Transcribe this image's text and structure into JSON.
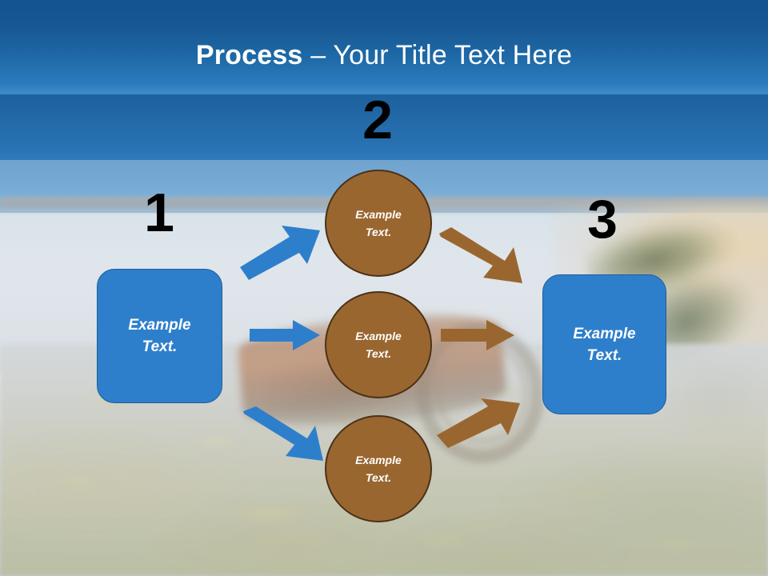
{
  "slide": {
    "title": {
      "bold_part": "Process",
      "rest_part": " – Your Title Text Here",
      "full": "Process – Your Title Text Here"
    },
    "background": {
      "scene": "coastal-beach-photo",
      "sky_top_color": "#13538f",
      "sky_bottom_color": "#e9eef1",
      "sand_color": "#e2c698",
      "rock_color": "#bcbca8",
      "rust_color": "#ba7e56"
    }
  },
  "theme": {
    "title_band_color": "#1f6aa8",
    "blue_fill": "#2e7fcb",
    "blue_border": "#1d5d9b",
    "blue_arrow": "#2e7fcb",
    "brown_fill": "#9a6630",
    "brown_border": "#4a3218",
    "brown_arrow": "#9a6630",
    "number_color": "#000000",
    "node_text_color": "#ffffff"
  },
  "steps": [
    {
      "id": 1,
      "number": "1",
      "label": "Example\nText."
    },
    {
      "id": 2,
      "number": "2",
      "label": ""
    },
    {
      "id": 3,
      "number": "3",
      "label": "Example\nText."
    }
  ],
  "nodes": {
    "start_box": {
      "number": "1",
      "line1": "Example",
      "line2": "Text."
    },
    "middle_group_number": "2",
    "circles": [
      {
        "position": "top",
        "line1": "Example",
        "line2": "Text."
      },
      {
        "position": "middle",
        "line1": "Example",
        "line2": "Text."
      },
      {
        "position": "bottom",
        "line1": "Example",
        "line2": "Text."
      }
    ],
    "end_box": {
      "number": "3",
      "line1": "Example",
      "line2": "Text."
    }
  },
  "connectors": [
    {
      "name": "start-to-top-circle",
      "color": "#2e7fcb",
      "direction": "up-right"
    },
    {
      "name": "start-to-middle-circle",
      "color": "#2e7fcb",
      "direction": "right"
    },
    {
      "name": "start-to-bottom-circle",
      "color": "#2e7fcb",
      "direction": "down-right"
    },
    {
      "name": "top-circle-to-end",
      "color": "#9a6630",
      "direction": "down-right"
    },
    {
      "name": "middle-circle-to-end",
      "color": "#9a6630",
      "direction": "right"
    },
    {
      "name": "bottom-circle-to-end",
      "color": "#9a6630",
      "direction": "up-right"
    }
  ]
}
